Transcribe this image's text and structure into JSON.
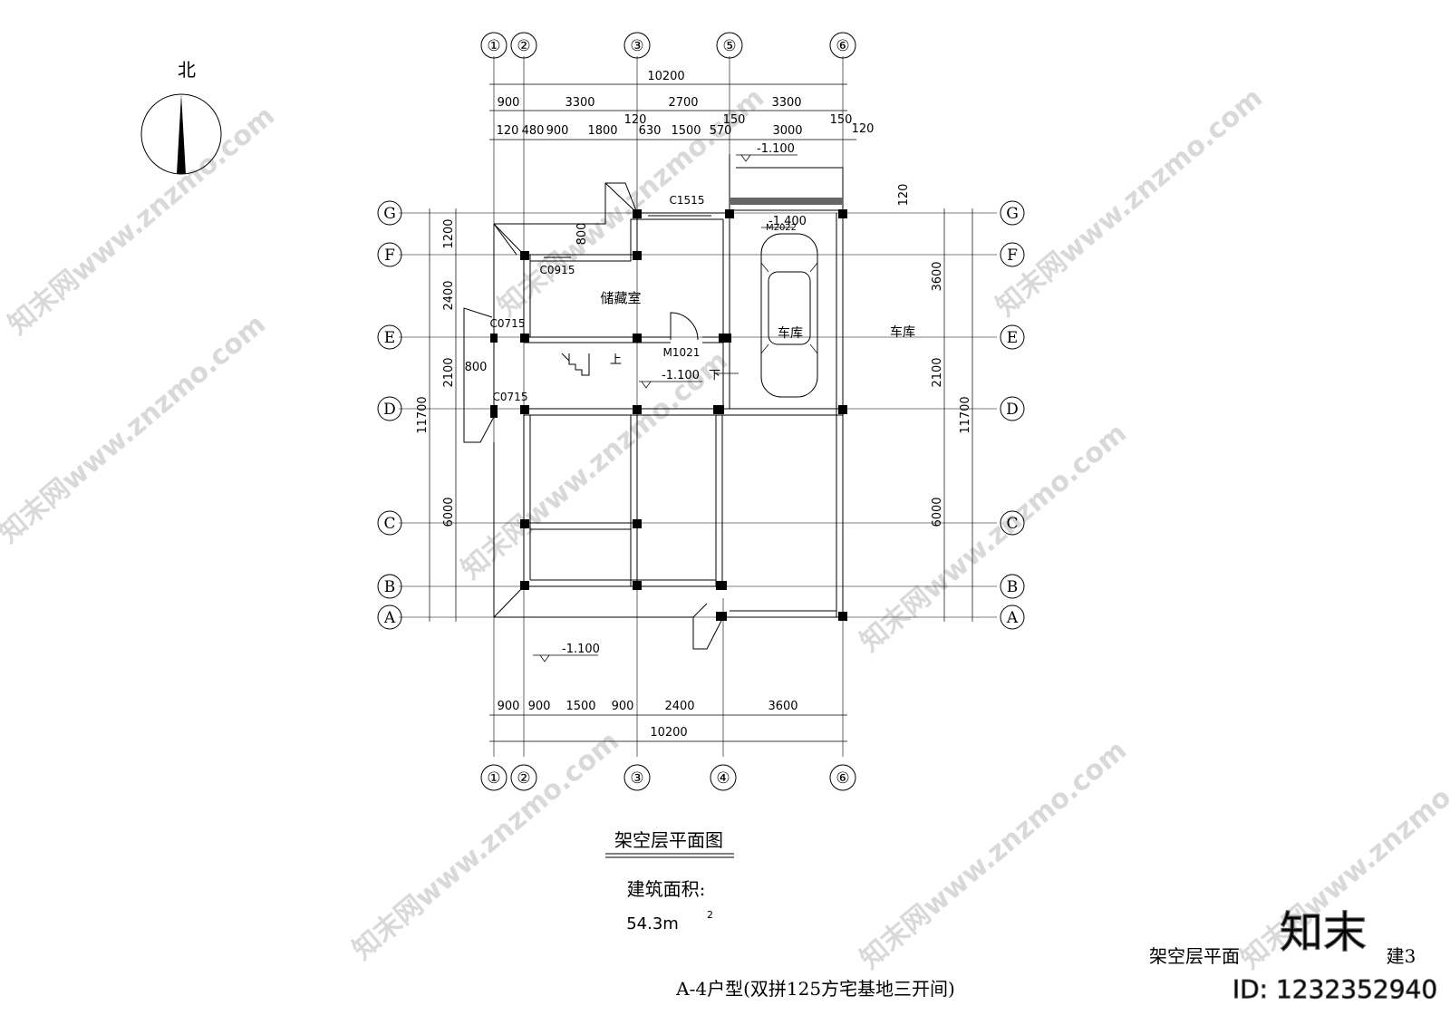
{
  "north_label": "北",
  "grid_top_labels": [
    "①",
    "②",
    "③",
    "⑤",
    "⑥"
  ],
  "grid_bottom_labels": [
    "①",
    "②",
    "③",
    "④",
    "⑥"
  ],
  "grid_row_labels": [
    "G",
    "F",
    "E",
    "D",
    "C",
    "B",
    "A"
  ],
  "dims_top_total": "10200",
  "dims_top_row1": [
    "900",
    "3300",
    "2700",
    "3300"
  ],
  "dims_top_row2": [
    "120",
    "480",
    "900",
    "1800",
    "120",
    "630",
    "1500",
    "570",
    "150",
    "3000",
    "150",
    "120"
  ],
  "dims_bottom_row1": [
    "900",
    "900",
    "1500",
    "900",
    "2400",
    "3600"
  ],
  "dims_bottom_total": "10200",
  "dims_left_outer": "11700",
  "dims_left_inner": [
    "1200",
    "2400",
    "2100",
    "6000"
  ],
  "dims_left_extra": [
    "800",
    "800"
  ],
  "dims_right_outer": "11700",
  "dims_right_inner": [
    "3600",
    "2100",
    "6000"
  ],
  "dims_right_top": "120",
  "rooms": {
    "storage": "储藏室",
    "garage": "车库",
    "garage_right": "车库",
    "stair_up": "上",
    "down": "下"
  },
  "tags": {
    "c1515": "C1515",
    "c0915": "C0915",
    "c0715_a": "C0715",
    "c0715_b": "C0715",
    "m1021": "M1021",
    "m_garage": "M2022"
  },
  "levels": {
    "top": "-1.100",
    "garage": "-1.400",
    "interior": "-1.100",
    "outside": "-1.100"
  },
  "title": "架空层平面图",
  "area_label": "建筑面积:",
  "area_value": "54.3m",
  "area_sup": "2",
  "titleblock_name": "架空层平面",
  "titleblock_sheet": "建3",
  "house_type": "A-4户型(双拼125方宅基地三开间)",
  "logo_text": "知末",
  "id_text": "ID: 1232352940",
  "watermark": "知末网www.znzmo.com"
}
